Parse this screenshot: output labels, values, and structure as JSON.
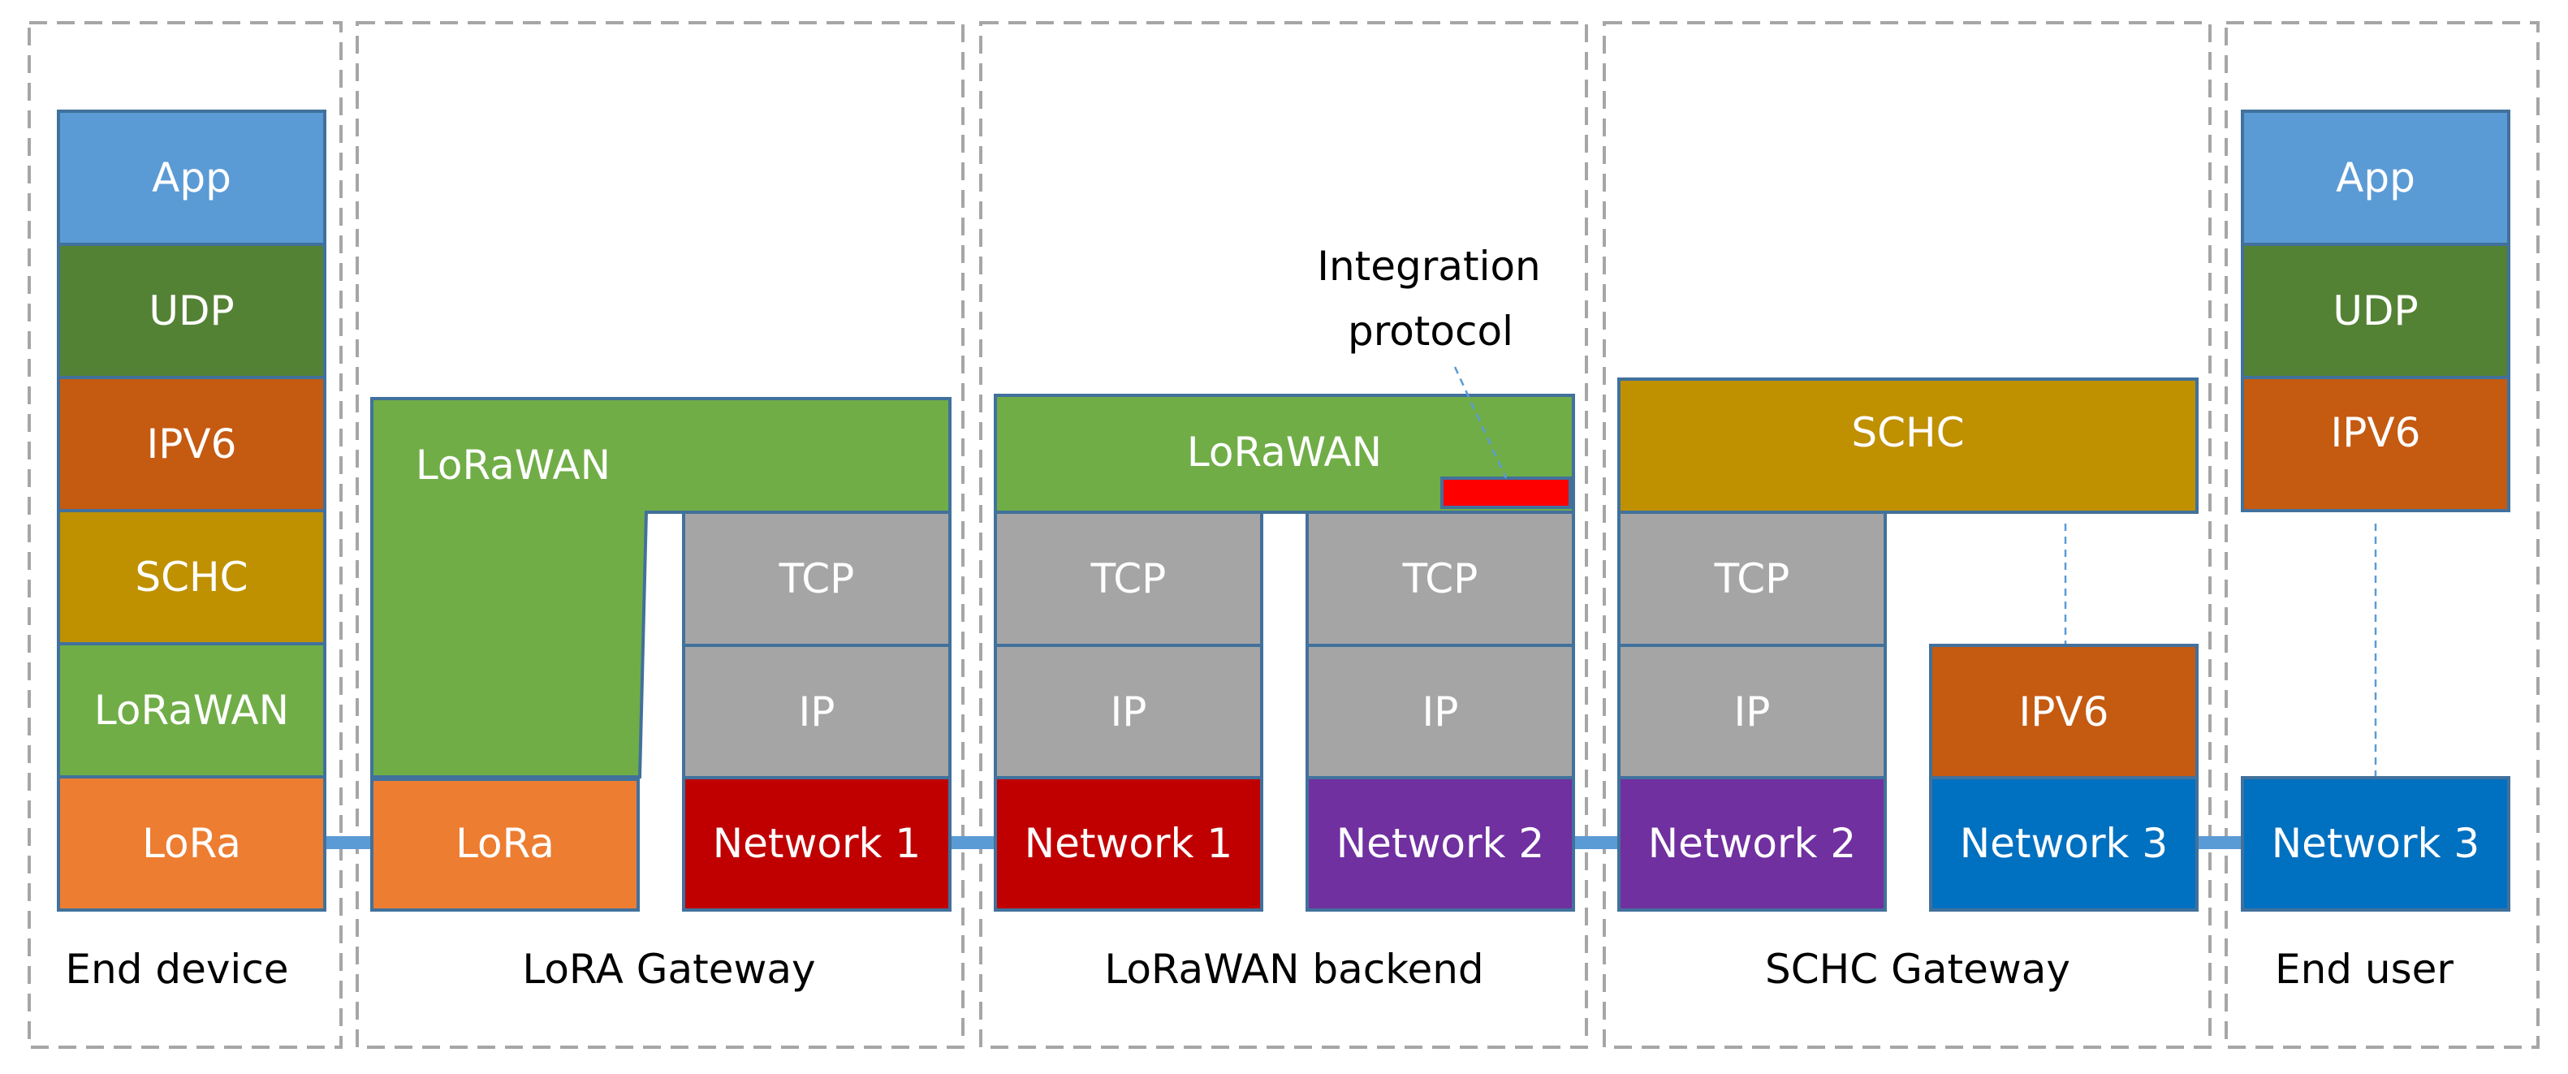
{
  "colors": {
    "app": "#5B9BD5",
    "udp": "#548235",
    "ipv6": "#C55A11",
    "schc": "#BF9000",
    "lorawan": "#70AD47",
    "lora": "#ED7D31",
    "tcpip": "#A5A5A5",
    "network1": "#C00000",
    "network2": "#7030A0",
    "network3": "#0070C0",
    "integration": "#FF0000",
    "border": "#41719C",
    "link": "#5B9BD5",
    "dashed_panel": "#A6A6A6",
    "text_light": "#FFFFFF",
    "text_dark": "#000000"
  },
  "panels": [
    {
      "label": "End device"
    },
    {
      "label": "LoRA Gateway"
    },
    {
      "label": "LoRaWAN backend"
    },
    {
      "label": "SCHC Gateway"
    },
    {
      "label": "End user"
    }
  ],
  "layers": {
    "end_device": {
      "app": "App",
      "udp": "UDP",
      "ipv6": "IPV6",
      "schc": "SCHC",
      "lorawan": "LoRaWAN",
      "lora": "LoRa"
    },
    "gateway": {
      "lorawan": "LoRaWAN",
      "lora": "LoRa",
      "tcp": "TCP",
      "ip": "IP",
      "network": "Network 1"
    },
    "backend": {
      "lorawan": "LoRaWAN",
      "left": {
        "tcp": "TCP",
        "ip": "IP",
        "network": "Network 1"
      },
      "right": {
        "tcp": "TCP",
        "ip": "IP",
        "network": "Network 2"
      }
    },
    "schc_gateway": {
      "schc": "SCHC",
      "tcp": "TCP",
      "ip": "IP",
      "network2": "Network 2",
      "ipv6": "IPV6",
      "network3": "Network 3"
    },
    "end_user": {
      "app": "App",
      "udp": "UDP",
      "ipv6": "IPV6",
      "network": "Network 3"
    }
  },
  "annotation": {
    "line1": "Integration",
    "line2": "protocol"
  }
}
